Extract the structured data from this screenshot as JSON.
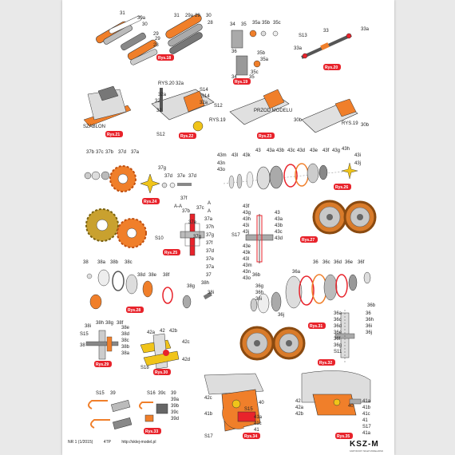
{
  "sheet": {
    "footer": {
      "issue": "NR 1 (1/2015)",
      "pages": "4TP",
      "url": "http://sklej-model.pl"
    },
    "logo": {
      "name": "KSZ-M",
      "subtitle": "KARTONOWY SKLEP MODELARSKI"
    }
  },
  "figures": [
    {
      "id": "rys18",
      "badge": "Rys.18",
      "labels": [
        "31",
        "30a",
        "30",
        "29",
        "29",
        "28"
      ]
    },
    {
      "id": "rys18b",
      "labels": [
        "31",
        "29a",
        "29",
        "30",
        "28"
      ]
    },
    {
      "id": "rys19",
      "badge": "Rys.19",
      "labels": [
        "34",
        "35",
        "35a",
        "35b",
        "35c",
        "36",
        "35b",
        "35a",
        "35c",
        "35",
        "34"
      ]
    },
    {
      "id": "rys20",
      "badge": "Rys.20",
      "labels": [
        "S13",
        "33",
        "33a",
        "33a"
      ]
    },
    {
      "id": "rys21",
      "badge": "Rys.21",
      "labels": [
        "SZABLON"
      ]
    },
    {
      "id": "rys22",
      "badge": "Rys.22",
      "labels": [
        "RYS.20",
        "32a",
        "S14",
        "32a",
        "S14",
        "32",
        "32a",
        "32",
        "S12",
        "RYS.19",
        "S12"
      ]
    },
    {
      "id": "rys23",
      "badge": "Rys.23",
      "labels": [
        "PRZOD MODELU",
        "30b",
        "RYS.19",
        "30b"
      ]
    },
    {
      "id": "rys24",
      "badge": "Rys.24",
      "labels": [
        "37b",
        "37c",
        "37b",
        "37d",
        "37a",
        "37g",
        "37d",
        "37e",
        "37d",
        "37f"
      ]
    },
    {
      "id": "rys25",
      "badge": "Rys.25",
      "labels": [
        "A-A",
        "37c",
        "37e",
        "S10",
        "37g",
        "37b",
        "A",
        "A",
        "37a",
        "37h",
        "37g",
        "37f",
        "37d",
        "37e",
        "37a",
        "37"
      ]
    },
    {
      "id": "rys26",
      "badge": "Rys.26",
      "labels": [
        "43m",
        "43n",
        "43o",
        "43l",
        "43k",
        "43",
        "43a",
        "43b",
        "43c",
        "43d",
        "43e",
        "43f",
        "43g",
        "43h",
        "43i",
        "43j"
      ]
    },
    {
      "id": "rys27",
      "badge": "Rys.27",
      "labels": [
        "43f",
        "43g",
        "43h",
        "43i",
        "43j",
        "S17",
        "43",
        "43a",
        "43b",
        "43c",
        "43d",
        "43e",
        "43k",
        "43l",
        "43m",
        "43n",
        "43o"
      ]
    },
    {
      "id": "rys28",
      "badge": "Rys.28",
      "labels": [
        "38",
        "38a",
        "38b",
        "38c",
        "38d",
        "38e",
        "38f",
        "38g",
        "38h",
        "38i"
      ]
    },
    {
      "id": "rys29",
      "badge": "Rys.29",
      "labels": [
        "38i",
        "38h",
        "38g",
        "38f",
        "38e",
        "38d",
        "38c",
        "38b",
        "38a",
        "S15",
        "38"
      ]
    },
    {
      "id": "rys30",
      "badge": "Rys.30",
      "labels": [
        "42a",
        "42",
        "42b",
        "42c",
        "42d",
        "S18"
      ]
    },
    {
      "id": "rys31",
      "badge": "Rys.31",
      "labels": [
        "36b",
        "36a",
        "36",
        "36c",
        "36d",
        "36e",
        "36f",
        "36g",
        "36h",
        "36i",
        "36j"
      ]
    },
    {
      "id": "rys32",
      "badge": "Rys.32",
      "labels": [
        "36b",
        "36",
        "36h",
        "36i",
        "36j",
        "36a",
        "36c",
        "36d",
        "36e",
        "36f",
        "36g",
        "S11"
      ]
    },
    {
      "id": "rys33",
      "badge": "Rys.33",
      "labels": [
        "S15",
        "39",
        "S16",
        "39c",
        "39",
        "39a",
        "39b",
        "39c",
        "39d"
      ]
    },
    {
      "id": "rys34",
      "badge": "Rys.34",
      "labels": [
        "42c",
        "S15",
        "40",
        "41b",
        "41a",
        "41c",
        "41",
        "S17"
      ]
    },
    {
      "id": "rys35",
      "badge": "Rys.35",
      "labels": [
        "42",
        "42a",
        "42b",
        "40",
        "41a",
        "41b",
        "41c",
        "41",
        "S17",
        "41a"
      ]
    }
  ]
}
